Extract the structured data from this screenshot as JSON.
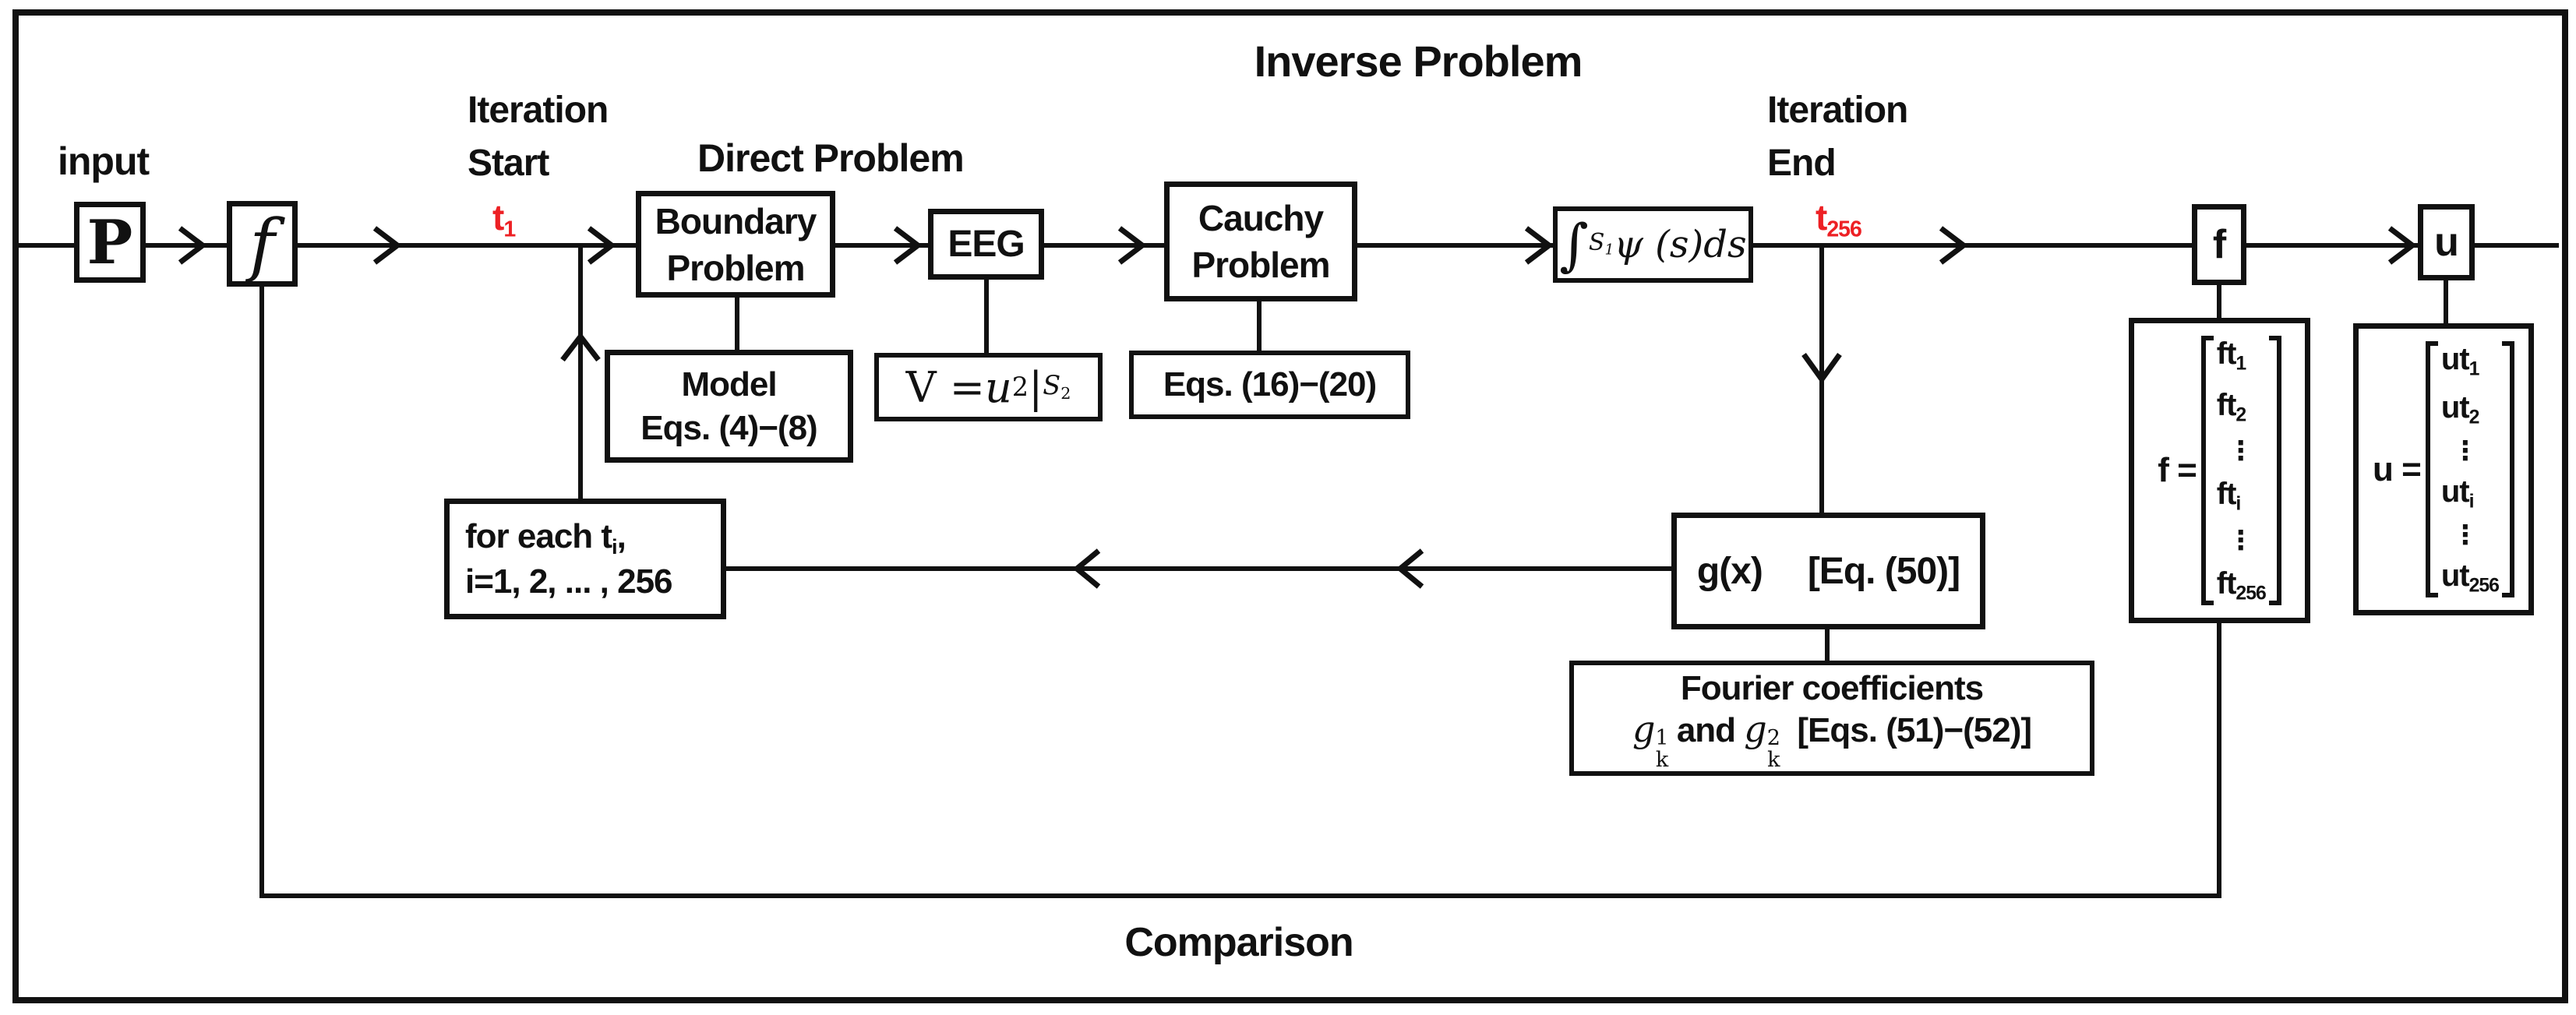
{
  "title": "Inverse Problem",
  "colors": {
    "ink": "#111111",
    "red": "#ed2024"
  },
  "left": {
    "input_label": "input",
    "p": "P",
    "f": "f"
  },
  "iteration_start": {
    "line1": "Iteration",
    "line2": "Start",
    "t_base": "t",
    "t_sub": "1"
  },
  "iteration_end": {
    "line1": "Iteration",
    "line2": "End",
    "t_base": "t",
    "t_sub": "256"
  },
  "direct_problem_label": "Direct Problem",
  "boundary": {
    "line1": "Boundary",
    "line2": "Problem"
  },
  "model": {
    "line1": "Model",
    "line2": "Eqs. (4)−(8)"
  },
  "eeg": "EEG",
  "v_eq": {
    "lead": "V =",
    "u": "u",
    "u_sub": "2",
    "bar": "|",
    "s": "S",
    "s_sub": "2"
  },
  "cauchy": {
    "line1": "Cauchy",
    "line2": "Problem"
  },
  "eqs_16_20": "Eqs. (16)−(20)",
  "integral": {
    "sign": "∫",
    "s": "S",
    "s_sub": "1",
    "body": "ψ (s)ds"
  },
  "for_each": {
    "line1_base": "for each t",
    "line1_sub": "i",
    "line1_tail": ",",
    "line2": "i=1, 2, ... , 256"
  },
  "gx": {
    "name": "g(x)",
    "eq": "[Eq. (50)]"
  },
  "fourier": {
    "line1": "Fourier coefficients",
    "g": "g",
    "g1_sup": "1",
    "g2_sup": "2",
    "g_sub": "k",
    "and": "and",
    "eq": "[Eqs. (51)−(52)]"
  },
  "f_small": "f",
  "u_small": "u",
  "f_vector": {
    "lhs": "f =",
    "dots": "⋮",
    "entries": [
      {
        "base": "ft",
        "sub": "1"
      },
      {
        "base": "ft",
        "sub": "2"
      },
      {
        "base": "ft",
        "sub": "i"
      },
      {
        "base": "ft",
        "sub": "256"
      }
    ]
  },
  "u_vector": {
    "lhs": "u =",
    "dots": "⋮",
    "entries": [
      {
        "base": "ut",
        "sub": "1"
      },
      {
        "base": "ut",
        "sub": "2"
      },
      {
        "base": "ut",
        "sub": "i"
      },
      {
        "base": "ut",
        "sub": "256"
      }
    ]
  },
  "comparison_label": "Comparison"
}
